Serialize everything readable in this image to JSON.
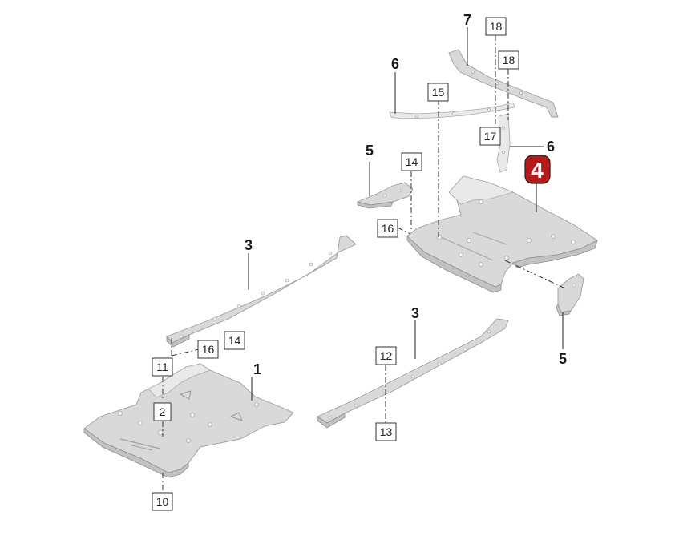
{
  "callouts": {
    "c1": "1",
    "c3a": "3",
    "c3b": "3",
    "c4": "4",
    "c5a": "5",
    "c5b": "5",
    "c6a": "6",
    "c6b": "6",
    "c7": "7"
  },
  "ref_boxes": {
    "b2": "2",
    "b10": "10",
    "b11": "11",
    "b12": "12",
    "b13": "13",
    "b14a": "14",
    "b14b": "14",
    "b15": "15",
    "b16a": "16",
    "b16b": "16",
    "b17": "17",
    "b18a": "18",
    "b18b": "18"
  },
  "colors": {
    "highlight": "#b41a1a",
    "part_fill": "#d9d9d9"
  }
}
